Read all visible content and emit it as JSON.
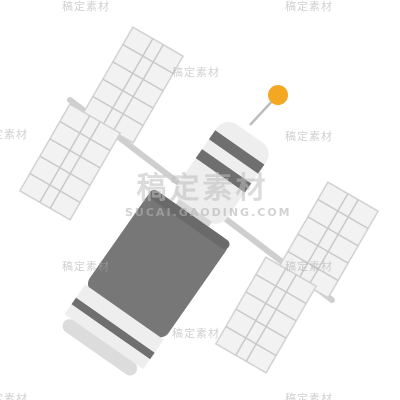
{
  "colors": {
    "background": "#ffffff",
    "panel_fill": "#f2f2f2",
    "panel_line": "#c9c9c9",
    "truss": "#cfcfcf",
    "body_dark": "#777777",
    "body_light": "#eeeeee",
    "ring_dark": "#6f6f6f",
    "antenna_tip": "#f5a623"
  },
  "icons": {
    "satellite": "satellite-illustration",
    "antenna": "antenna-icon"
  },
  "watermark": {
    "brand_cn": "稿定素材",
    "brand_url": "SUCAI.GAODING.COM"
  }
}
